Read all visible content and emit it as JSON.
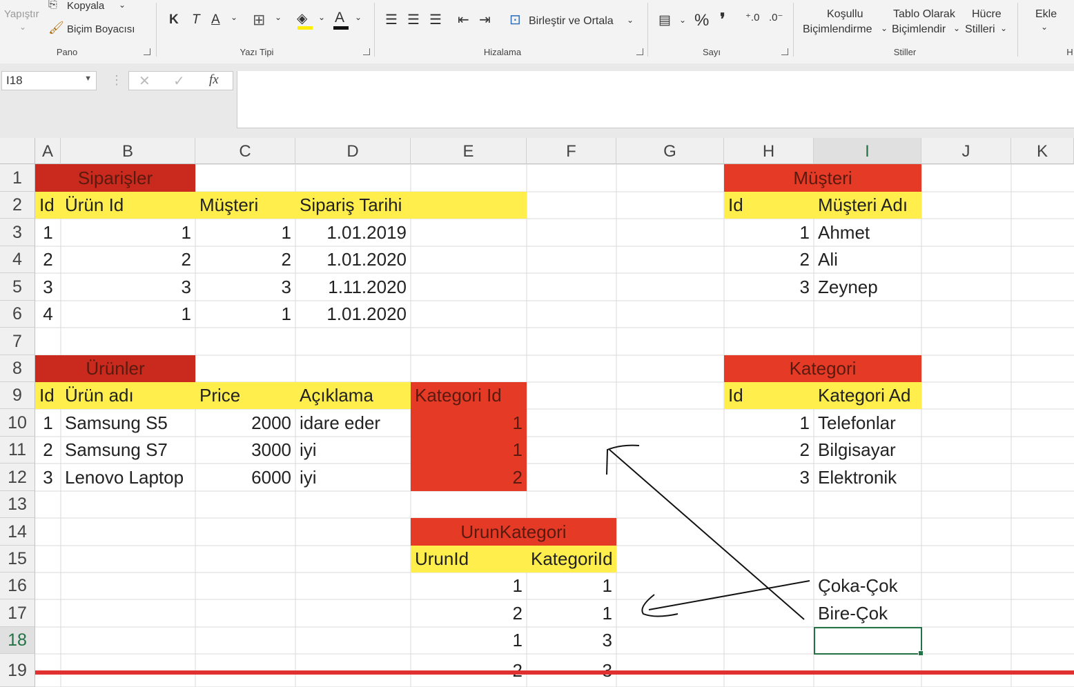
{
  "ribbon": {
    "paste": "Yapıştır",
    "copy": "Kopyala",
    "format_painter": "Biçim Boyacısı",
    "group_clipboard": "Pano",
    "bold": "K",
    "italic": "T",
    "underline": "A",
    "font_color": "A",
    "group_font": "Yazı Tipi",
    "merge_center": "Birleştir ve Ortala",
    "group_alignment": "Hizalama",
    "percent": "%",
    "comma": "❜",
    "group_number": "Sayı",
    "conditional_1": "Koşullu",
    "conditional_2": "Biçimlendirme",
    "table_1": "Tablo Olarak",
    "table_2": "Biçimlendir",
    "cell_styles_1": "Hücre",
    "cell_styles_2": "Stilleri",
    "group_styles": "Stiller",
    "insert": "Ekle",
    "h_cut": "H"
  },
  "formula_bar": {
    "name_box": "I18",
    "fx": "fx",
    "value": ""
  },
  "columns": [
    "A",
    "B",
    "C",
    "D",
    "E",
    "F",
    "G",
    "H",
    "I",
    "J",
    "K"
  ],
  "rows": [
    "1",
    "2",
    "3",
    "4",
    "5",
    "6",
    "7",
    "8",
    "9",
    "10",
    "11",
    "12",
    "13",
    "14",
    "15",
    "16",
    "17",
    "18",
    "19"
  ],
  "siparisler": {
    "title": "Siparişler",
    "headers": [
      "Id",
      "Ürün Id",
      "Müşteri",
      "Sipariş Tarihi"
    ],
    "rows": [
      [
        "1",
        "1",
        "1",
        "1.01.2019"
      ],
      [
        "2",
        "2",
        "2",
        "1.01.2020"
      ],
      [
        "3",
        "3",
        "3",
        "1.11.2020"
      ],
      [
        "4",
        "1",
        "1",
        "1.01.2020"
      ]
    ]
  },
  "urunler": {
    "title": "Ürünler",
    "headers": [
      "Id",
      "Ürün adı",
      "Price",
      "Açıklama",
      "Kategori Id"
    ],
    "rows": [
      [
        "1",
        "Samsung S5",
        "2000",
        "idare eder",
        "1"
      ],
      [
        "2",
        "Samsung S7",
        "3000",
        "iyi",
        "1"
      ],
      [
        "3",
        "Lenovo Laptop",
        "6000",
        "iyi",
        "2"
      ]
    ]
  },
  "urunkategori": {
    "title": "UrunKategori",
    "headers": [
      "UrunId",
      "KategoriId"
    ],
    "rows": [
      [
        "1",
        "1"
      ],
      [
        "2",
        "1"
      ],
      [
        "1",
        "3"
      ],
      [
        "2",
        "3"
      ]
    ]
  },
  "musteri": {
    "title": "Müşteri",
    "headers": [
      "Id",
      "Müşteri Adı"
    ],
    "rows": [
      [
        "1",
        "Ahmet"
      ],
      [
        "2",
        "Ali"
      ],
      [
        "3",
        "Zeynep"
      ]
    ]
  },
  "kategori": {
    "title": "Kategori",
    "headers": [
      "Id",
      "Kategori Ad"
    ],
    "rows": [
      [
        "1",
        "Telefonlar"
      ],
      [
        "2",
        "Bilgisayar"
      ],
      [
        "3",
        "Elektronik"
      ]
    ]
  },
  "notes": {
    "many_to_many": "Çoka-Çok",
    "one_to_many": "Bire-Çok"
  },
  "colors": {
    "title_red": "#c92a1d",
    "header_red": "#e53a26",
    "header_yellow": "#ffee4c",
    "selection_green": "#217346"
  }
}
